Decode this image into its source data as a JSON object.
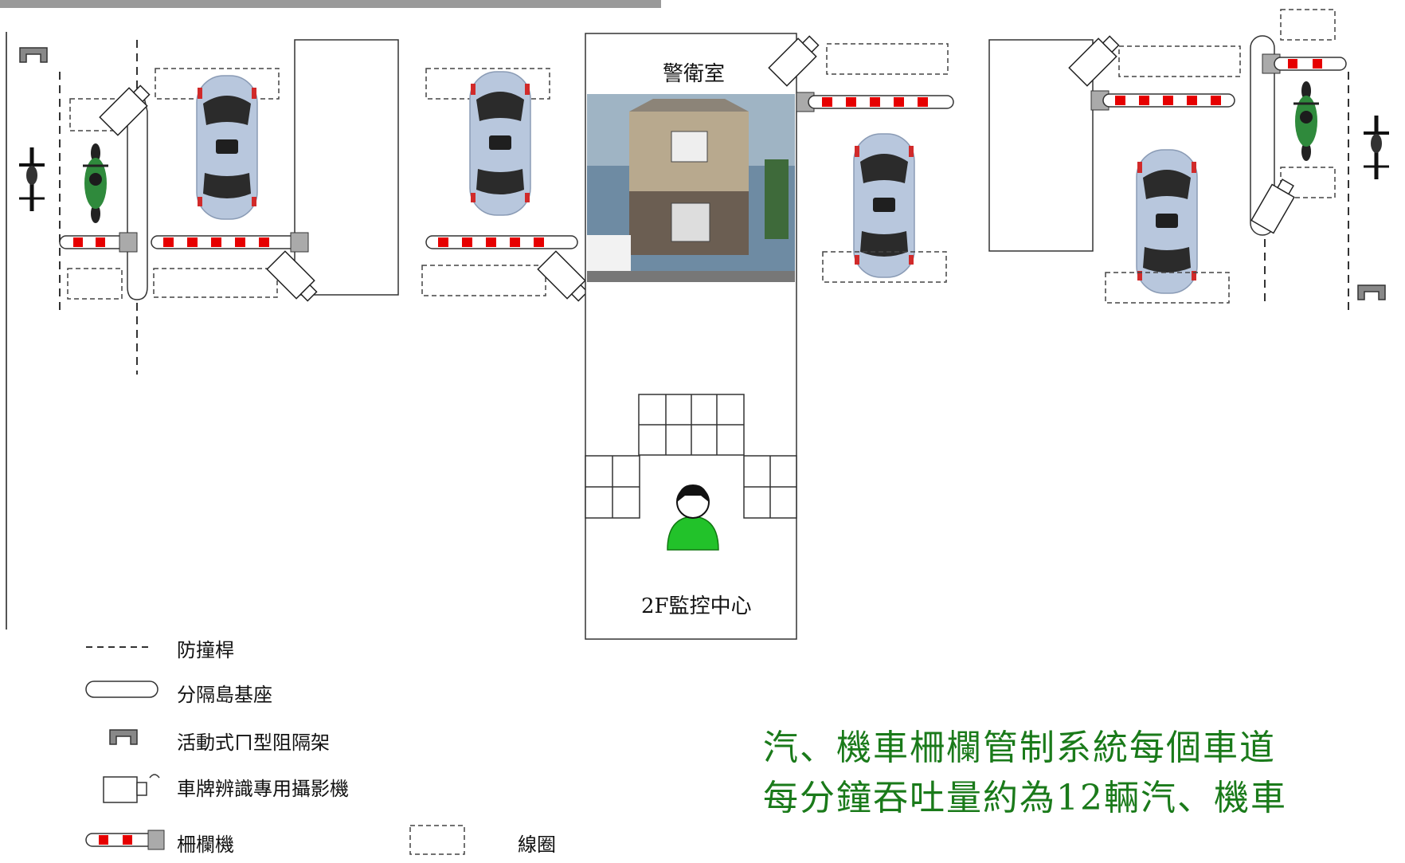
{
  "room_labels": {
    "guard_room": "警衛室",
    "monitor_center": "2F監控中心"
  },
  "legend": {
    "barrier_pole": "防撞桿",
    "island_base": "分隔島基座",
    "movable_rack": "活動式ㄇ型阻隔架",
    "lpr_camera": "車牌辨識專用攝影機",
    "gate_arm": "柵欄機",
    "loop": "線圈"
  },
  "note": {
    "line1": "汽、機車柵欄管制系統每個車道",
    "line2": "每分鐘吞吐量約為12輛汽、機車"
  },
  "colors": {
    "note_text": "#1a7a1a",
    "gate_red": "#e60000",
    "car_body": "#b8c7dd",
    "motorcycle": "#2f8a3c",
    "person": "#22c22a",
    "building_photo": "#8c8478"
  },
  "icons": [
    "motorcycle-icon",
    "car-icon",
    "bicycle-icon",
    "camera-icon",
    "gate-arm-icon",
    "person-icon",
    "building-photo"
  ]
}
